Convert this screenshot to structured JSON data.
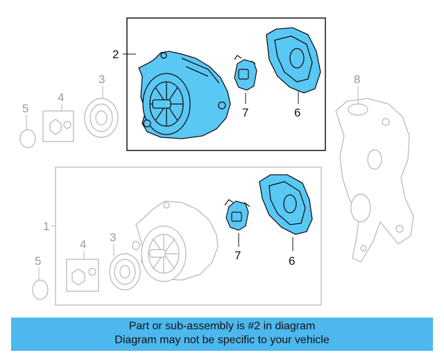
{
  "callouts": {
    "c1": "1",
    "c2": "2",
    "c3_top": "3",
    "c3_bottom": "3",
    "c4_top": "4",
    "c4_bottom": "4",
    "c5_top": "5",
    "c5_bottom": "5",
    "c6_top": "6",
    "c6_bottom": "6",
    "c7_top": "7",
    "c7_bottom": "7",
    "c8": "8"
  },
  "banner": {
    "line1": "Part or sub-assembly is #2 in diagram",
    "line2": "Diagram may not be specific to your vehicle"
  },
  "colors": {
    "highlight_fill": "#5ac8f5",
    "banner_bg": "#4db8ee",
    "outline": "#111111",
    "ghost": "#b5b5b5"
  }
}
